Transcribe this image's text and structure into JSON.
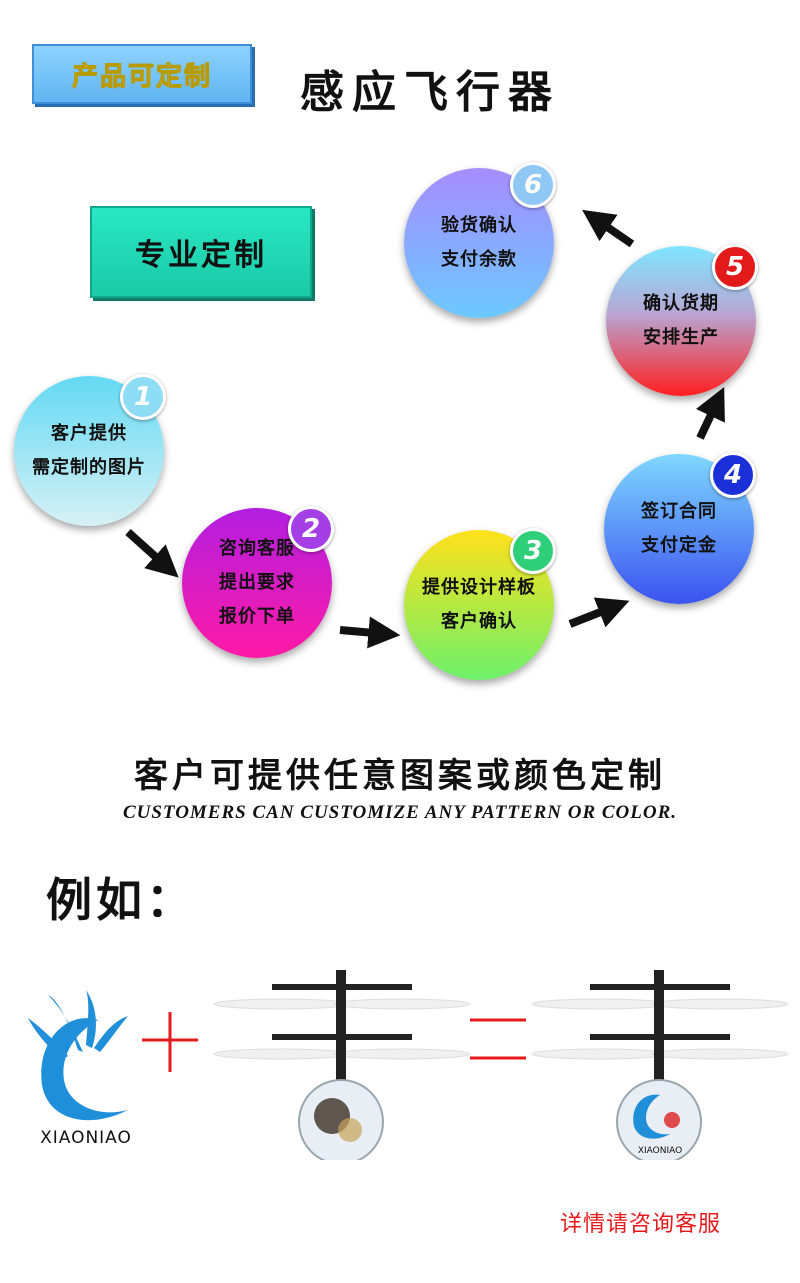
{
  "header": {
    "badge_label": "产品可定制",
    "title": "感应飞行器"
  },
  "section_badge": "专业定制",
  "steps": [
    {
      "number": "1",
      "line1": "客户提供",
      "line2": "需定制的图片"
    },
    {
      "number": "2",
      "line1": "咨询客服",
      "line2": "提出要求",
      "line3": "报价下单"
    },
    {
      "number": "3",
      "line1": "提供设计样板",
      "line2": "客户确认"
    },
    {
      "number": "4",
      "line1": "签订合同",
      "line2": "支付定金"
    },
    {
      "number": "5",
      "line1": "确认货期",
      "line2": "安排生产"
    },
    {
      "number": "6",
      "line1": "验货确认",
      "line2": "支付余款"
    }
  ],
  "subtitle_cn": "客户可提供任意图案或颜色定制",
  "subtitle_en": "CUSTOMERS CAN CUSTOMIZE ANY PATTERN OR COLOR.",
  "example_label": "例如：",
  "brand_text": "XIAONIAO",
  "footer_note": "详情请咨询客服",
  "colors": {
    "accent_red": "#e61a1a",
    "logo_blue": "#1e8fd8"
  }
}
